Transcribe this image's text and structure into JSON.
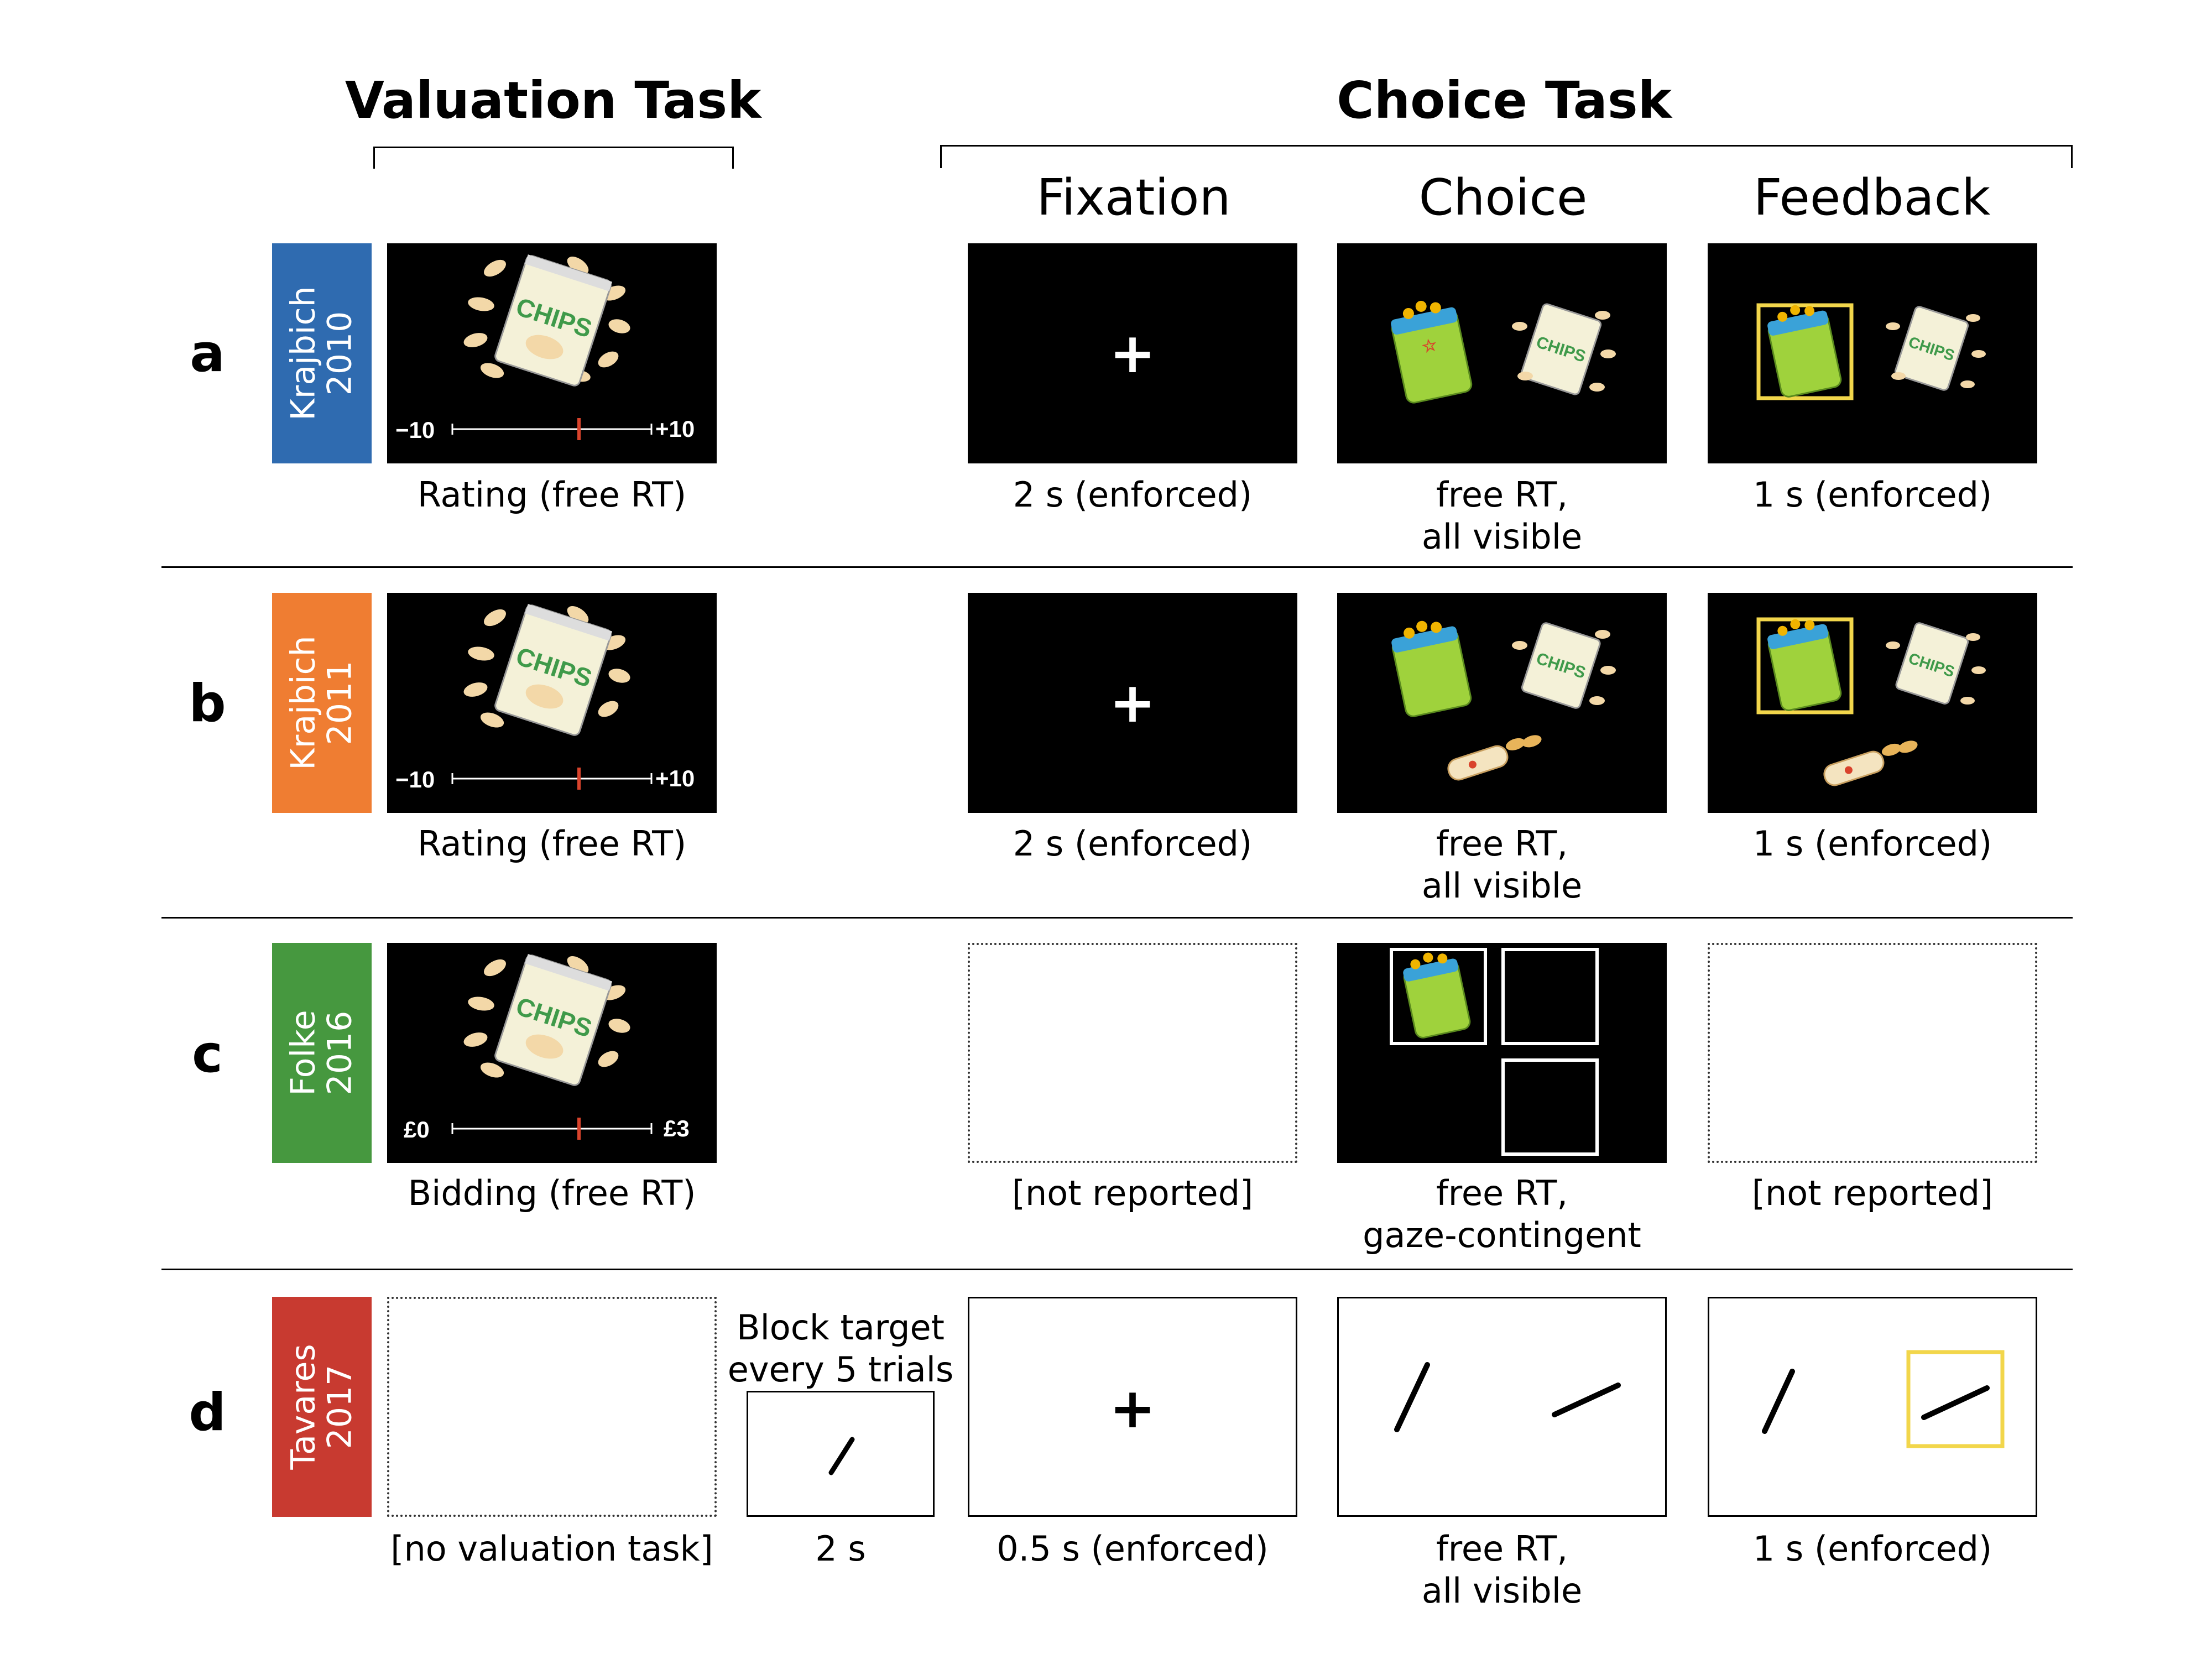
{
  "headers": {
    "valuation_task": "Valuation Task",
    "choice_task": "Choice Task",
    "fixation": "Fixation",
    "choice": "Choice",
    "feedback": "Feedback"
  },
  "rows": [
    {
      "label": "a",
      "study": "Krajbich\n2010",
      "color": "#2f6bb0",
      "scale_min": "−10",
      "scale_max": "+10",
      "valuation_caption": "Rating (free RT)",
      "fixation_caption": "2 s (enforced)",
      "choice_caption_1": "free RT,",
      "choice_caption_2": "all visible",
      "feedback_caption": "1 s (enforced)",
      "fixation_symbol": "+",
      "chips_text": "CHIPS"
    },
    {
      "label": "b",
      "study": "Krajbich\n2011",
      "color": "#ef7d32",
      "scale_min": "−10",
      "scale_max": "+10",
      "valuation_caption": "Rating (free RT)",
      "fixation_caption": "2 s (enforced)",
      "choice_caption_1": "free RT,",
      "choice_caption_2": "all visible",
      "feedback_caption": "1 s (enforced)",
      "fixation_symbol": "+",
      "chips_text": "CHIPS"
    },
    {
      "label": "c",
      "study": "Folke\n2016",
      "color": "#46983f",
      "scale_min": "£0",
      "scale_max": "£3",
      "valuation_caption": "Bidding (free RT)",
      "fixation_caption": "[not reported]",
      "choice_caption_1": "free RT,",
      "choice_caption_2": "gaze-contingent",
      "feedback_caption": "[not reported]",
      "chips_text": "CHIPS"
    },
    {
      "label": "d",
      "study": "Tavares\n2017",
      "color": "#c83a30",
      "valuation_caption": "[no valuation task]",
      "block_target_1": "Block target",
      "block_target_2": "every 5 trials",
      "block_caption": "2 s",
      "fixation_caption": "0.5 s (enforced)",
      "choice_caption_1": "free RT,",
      "choice_caption_2": "all visible",
      "feedback_caption": "1 s (enforced)",
      "fixation_symbol": "+"
    }
  ],
  "colors": {
    "highlight": "#f2d64b",
    "slider_marker": "#d9432c",
    "chips_bag": "#f4f1d8",
    "chips_text": "#3f9a4a",
    "crisp": "#f3d8a8",
    "snack_bag": "#9fd23c",
    "snack_top": "#3aa2d8"
  }
}
